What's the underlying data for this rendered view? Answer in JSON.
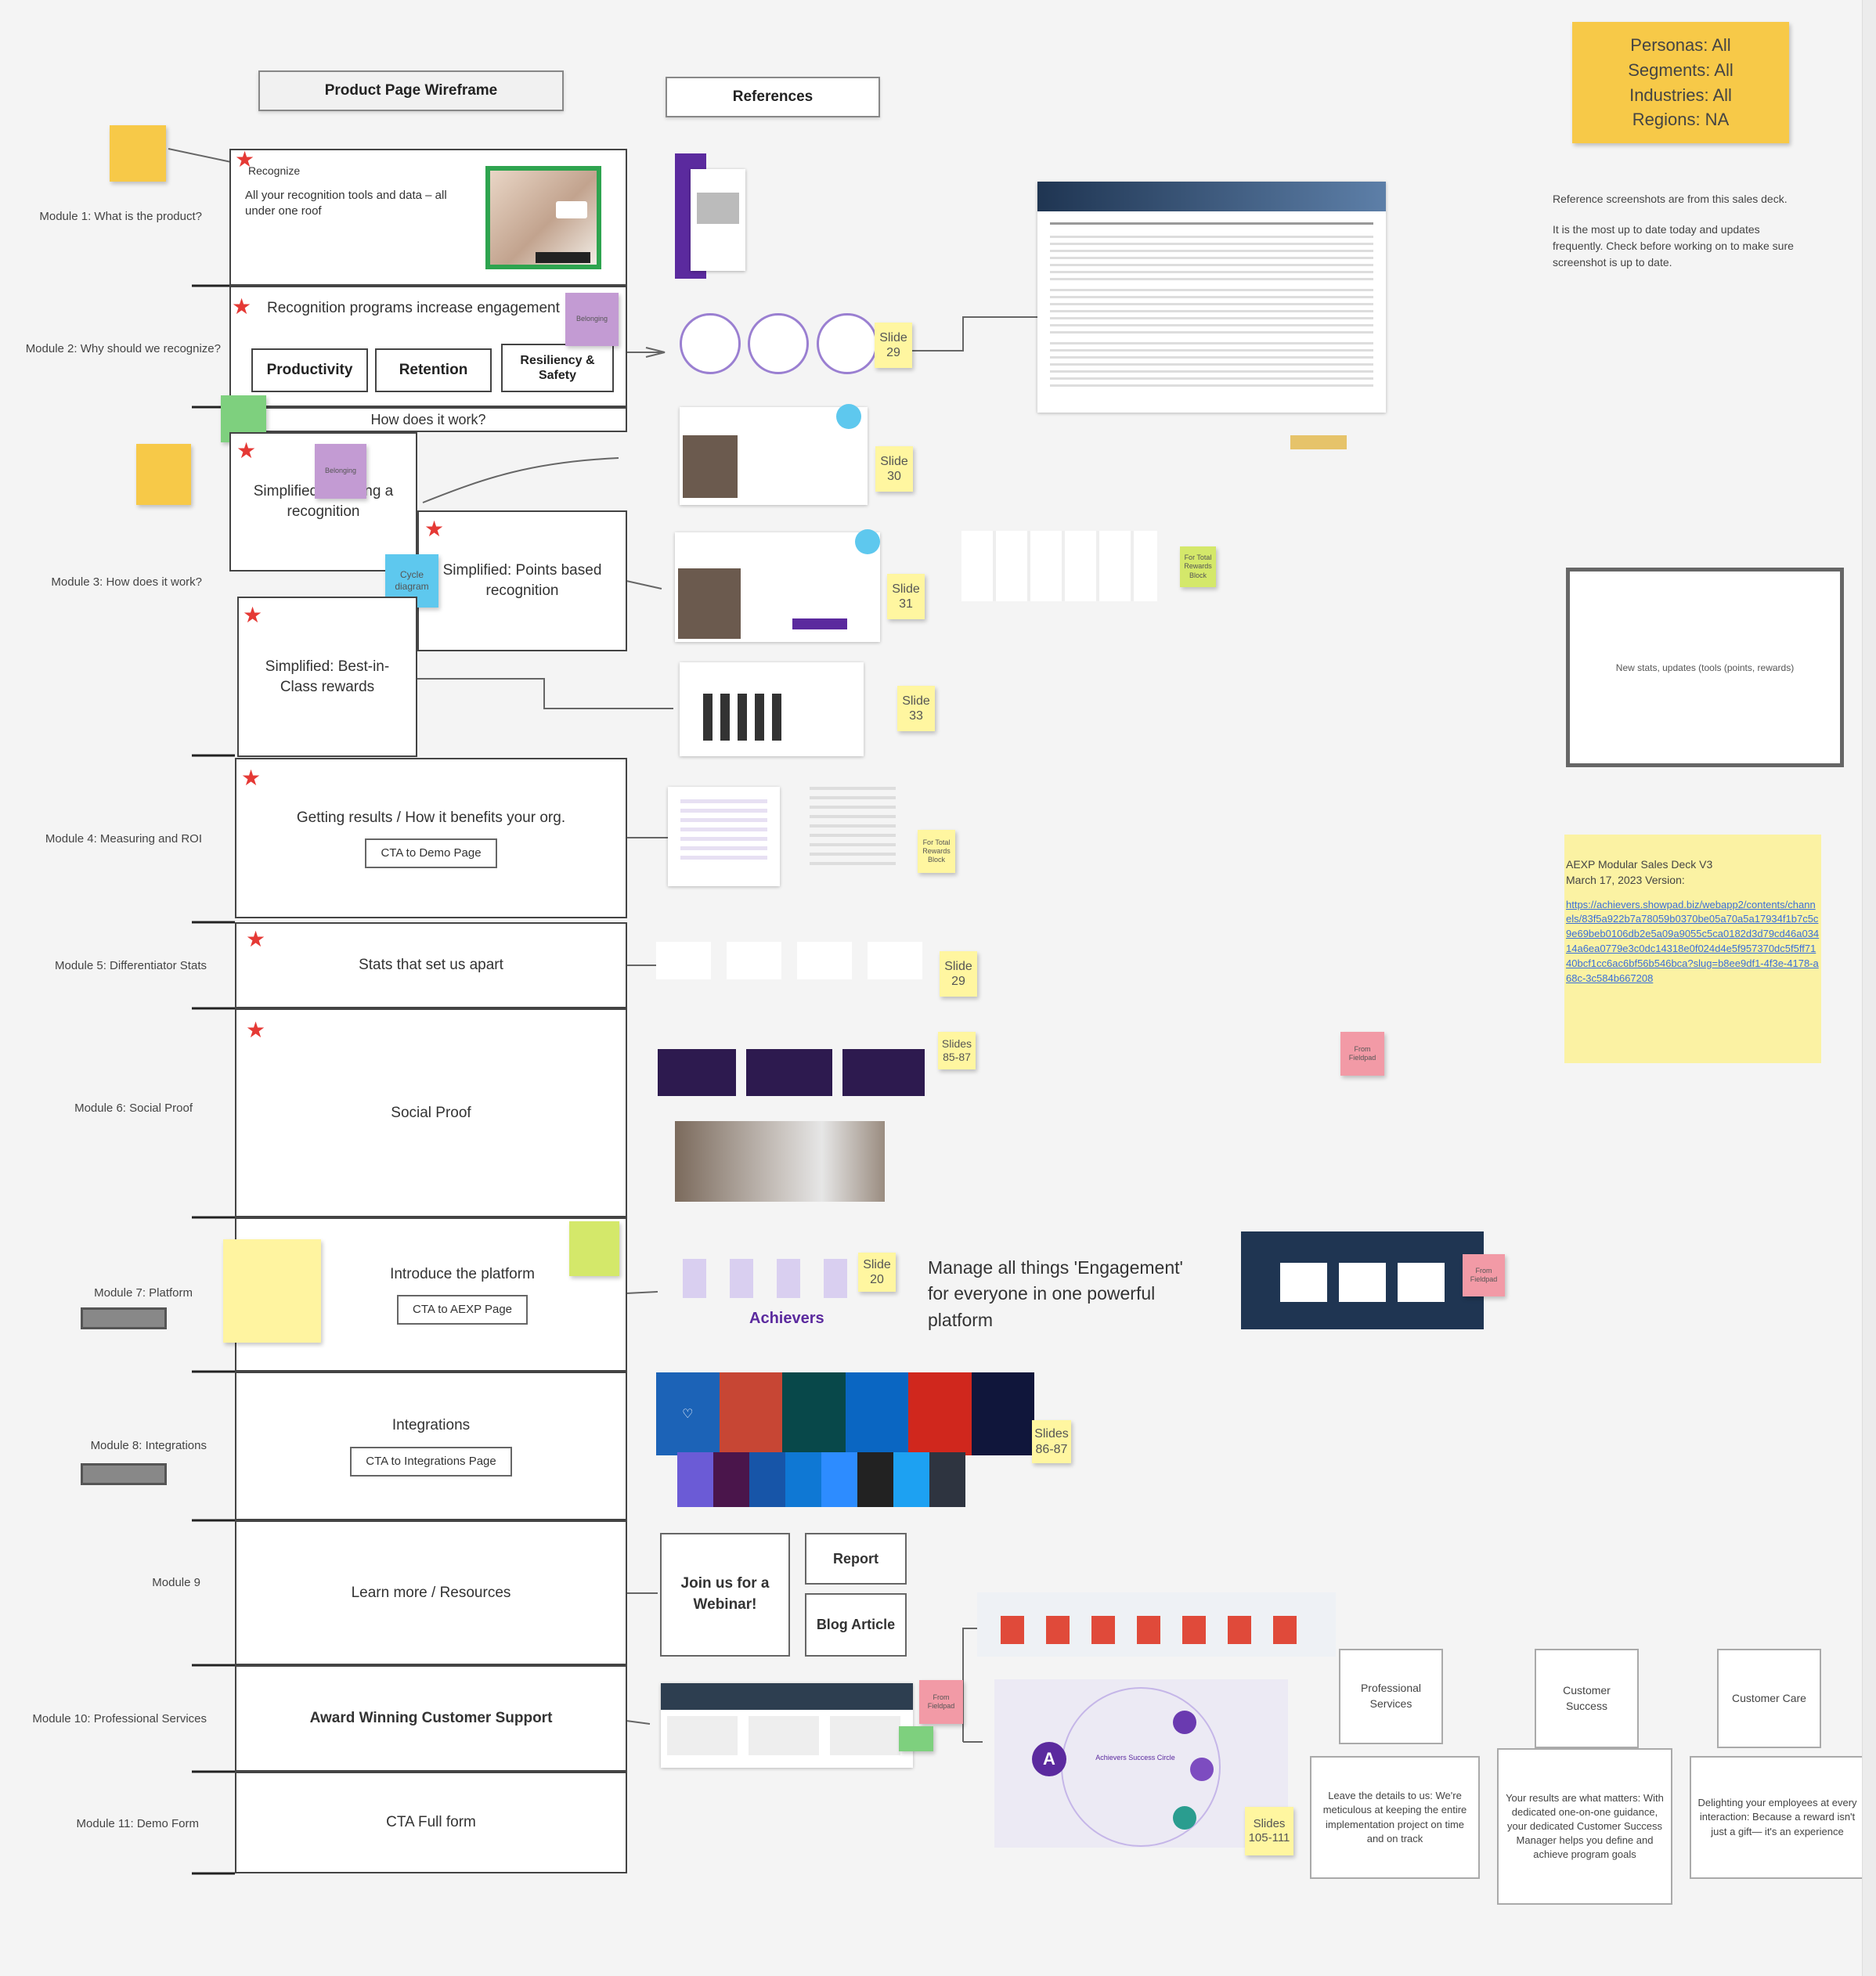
{
  "headers": {
    "wireframe": "Product Page Wireframe",
    "references": "References"
  },
  "modules": [
    {
      "label": "Module 1: What is the product?",
      "title": "Recognize",
      "body": "All your recognition tools and data – all under one roof"
    },
    {
      "label": "Module 2: Why should we recognize?",
      "title": "Recognition programs increase engagement",
      "pills": [
        "Productivity",
        "Retention",
        "Resiliency & Safety"
      ],
      "footer": "How does it work?"
    },
    {
      "label": "Module 3: How does it work?",
      "sub1": "Simplified: Sending a recognition",
      "sub2": "Simplified: Points based recognition",
      "sub3": "Simplified: Best-in-Class rewards"
    },
    {
      "label": "Module 4: Measuring and ROI",
      "title": "Getting results / How it benefits your org.",
      "cta": "CTA to Demo Page"
    },
    {
      "label": "Module 5: Differentiator Stats",
      "title": "Stats that set us apart"
    },
    {
      "label": "Module 6: Social Proof",
      "title": "Social Proof"
    },
    {
      "label": "Module 7: Platform",
      "title": "Introduce the platform",
      "cta": "CTA to AEXP Page"
    },
    {
      "label": "Module 8: Integrations",
      "title": "Integrations",
      "cta": "CTA to Integrations Page"
    },
    {
      "label": "Module 9",
      "title": "Learn more / Resources"
    },
    {
      "label": "Module 10: Professional Services",
      "title": "Award Winning Customer Support"
    },
    {
      "label": "Module 11: Demo Form",
      "title": "CTA Full form"
    }
  ],
  "personas_note": {
    "lines": [
      "Personas: All",
      "Segments: All",
      "Industries: All",
      "Regions: NA"
    ]
  },
  "reference_note": {
    "p1": "Reference screenshots are from this sales deck.",
    "p2": "It is the most up to date today and updates frequently. Check before working on to make sure screenshot is up to date."
  },
  "new_stats_box": "New stats, updates (tools (points, rewards)",
  "sales_deck": {
    "title": "AEXP Modular Sales Deck V3",
    "date": "March 17, 2023 Version:",
    "link": "https://achievers.showpad.biz/webapp2/contents/channels/83f5a922b7a78059b0370be05a70a5a17934f1b7c5c9e69beb0106db2e5a09a9055c5ca0182d3d79cd46a03414a6ea0779e3c0dc14318e0f024d4e5f957370dc5f5ff7140bcf1cc6ac6bf56b546bca?slug=b8ee9df1-4f3e-4178-a68c-3c584b667208"
  },
  "slide_tags": [
    "Slide 29",
    "Slide 30",
    "Slide 31",
    "Slide 33",
    "Slide 29",
    "Slides 85-87",
    "Slide 20",
    "Slides 86-87",
    "Slides 105-111"
  ],
  "stickies": {
    "s_purple": "Belonging",
    "s_cyan": "Cycle diagram",
    "s_pink": "From Fieldpad",
    "s_tr": "For Total Rewards Block"
  },
  "platform_text": "Manage all things 'Engagement' for everyone in one powerful platform",
  "achievers": "Achievers",
  "resources": {
    "webinar": "Join us for a Webinar!",
    "report": "Report",
    "blog": "Blog Article"
  },
  "services": [
    {
      "title": "Professional Services",
      "body": "Leave the details to us: We're meticulous at keeping the entire implementation project on time and on track"
    },
    {
      "title": "Customer Success",
      "body": "Your results are what matters: With dedicated one-on-one guidance, your dedicated Customer Success Manager helps you define and achieve program goals"
    },
    {
      "title": "Customer Care",
      "body": "Delighting your employees at every interaction: Because a reward isn't just a gift— it's an experience"
    }
  ],
  "circle_center": "Achievers Success Circle",
  "colors": {
    "accent_purple": "#5b2a9e",
    "star": "#e53935",
    "sticky_yellow": "#fbe76b"
  }
}
